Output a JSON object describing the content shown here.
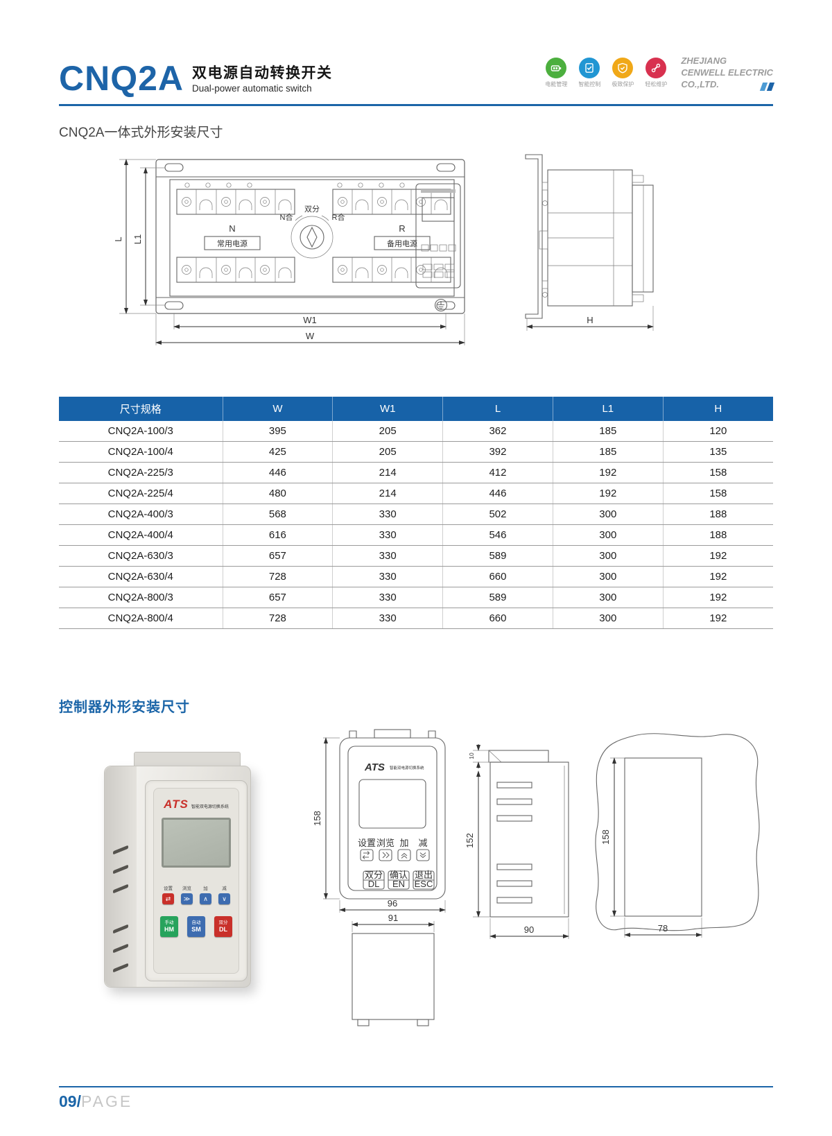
{
  "header": {
    "model": "CNQ2A",
    "title_cn": "双电源自动转换开关",
    "title_en": "Dual-power automatic switch",
    "features": [
      {
        "label": "电能管理",
        "color": "#4caf3e"
      },
      {
        "label": "智能控制",
        "color": "#2196d3"
      },
      {
        "label": "极致保护",
        "color": "#f0a818"
      },
      {
        "label": "轻松维护",
        "color": "#d8314f"
      }
    ],
    "company_line1": "ZHEJIANG",
    "company_line2": "CENWELL ELECTRIC",
    "company_line3": "CO.,LTD.",
    "accent_color": "#1b65a8"
  },
  "section_switch": {
    "title": "CNQ2A一体式外形安装尺寸",
    "front_view": {
      "n_label": "N",
      "n_source": "常用电源",
      "r_label": "R",
      "r_source": "备用电源",
      "knob_top": "双分",
      "knob_left": "N合",
      "knob_right": "R合"
    },
    "dims": {
      "L": "L",
      "L1": "L1",
      "W1": "W1",
      "W": "W",
      "H": "H"
    }
  },
  "table": {
    "headers": [
      "尺寸规格",
      "W",
      "W1",
      "L",
      "L1",
      "H"
    ],
    "rows": [
      [
        "CNQ2A-100/3",
        "395",
        "205",
        "362",
        "185",
        "120"
      ],
      [
        "CNQ2A-100/4",
        "425",
        "205",
        "392",
        "185",
        "135"
      ],
      [
        "CNQ2A-225/3",
        "446",
        "214",
        "412",
        "192",
        "158"
      ],
      [
        "CNQ2A-225/4",
        "480",
        "214",
        "446",
        "192",
        "158"
      ],
      [
        "CNQ2A-400/3",
        "568",
        "330",
        "502",
        "300",
        "188"
      ],
      [
        "CNQ2A-400/4",
        "616",
        "330",
        "546",
        "300",
        "188"
      ],
      [
        "CNQ2A-630/3",
        "657",
        "330",
        "589",
        "300",
        "192"
      ],
      [
        "CNQ2A-630/4",
        "728",
        "330",
        "660",
        "300",
        "192"
      ],
      [
        "CNQ2A-800/3",
        "657",
        "330",
        "589",
        "300",
        "192"
      ],
      [
        "CNQ2A-800/4",
        "728",
        "330",
        "660",
        "300",
        "192"
      ]
    ]
  },
  "section_controller": {
    "title": "控制器外形安装尺寸",
    "photo": {
      "brand": "ATS",
      "brand_sub": "智能双电源切换系统",
      "key_labels": [
        "设置",
        "浏览",
        "加",
        "减"
      ],
      "key_glyphs": [
        "⇄",
        "≫",
        "∧",
        "∨"
      ],
      "bottom_keys": [
        {
          "cn": "手动",
          "en": "HM"
        },
        {
          "cn": "自动",
          "en": "SM"
        },
        {
          "cn": "双分",
          "en": "DL"
        }
      ]
    },
    "front_drawing": {
      "brand": "ATS",
      "brand_sub": "智能双电源切换系统",
      "key_labels": [
        "设置",
        "浏览",
        "加",
        "减"
      ],
      "bottom_keys": [
        {
          "cn": "双分",
          "en": "DL"
        },
        {
          "cn": "确认",
          "en": "EN"
        },
        {
          "cn": "退出",
          "en": "ESC"
        }
      ],
      "dim_h": "158",
      "dim_w": "96"
    },
    "cutout_drawing": {
      "dim_w": "91"
    },
    "side_drawing": {
      "dim_flange": "10",
      "dim_h": "152",
      "dim_w": "90"
    },
    "panel_drawing": {
      "dim_h": "158",
      "dim_w": "78"
    }
  },
  "footer": {
    "page_no": "09/",
    "page_word": "PAGE"
  }
}
